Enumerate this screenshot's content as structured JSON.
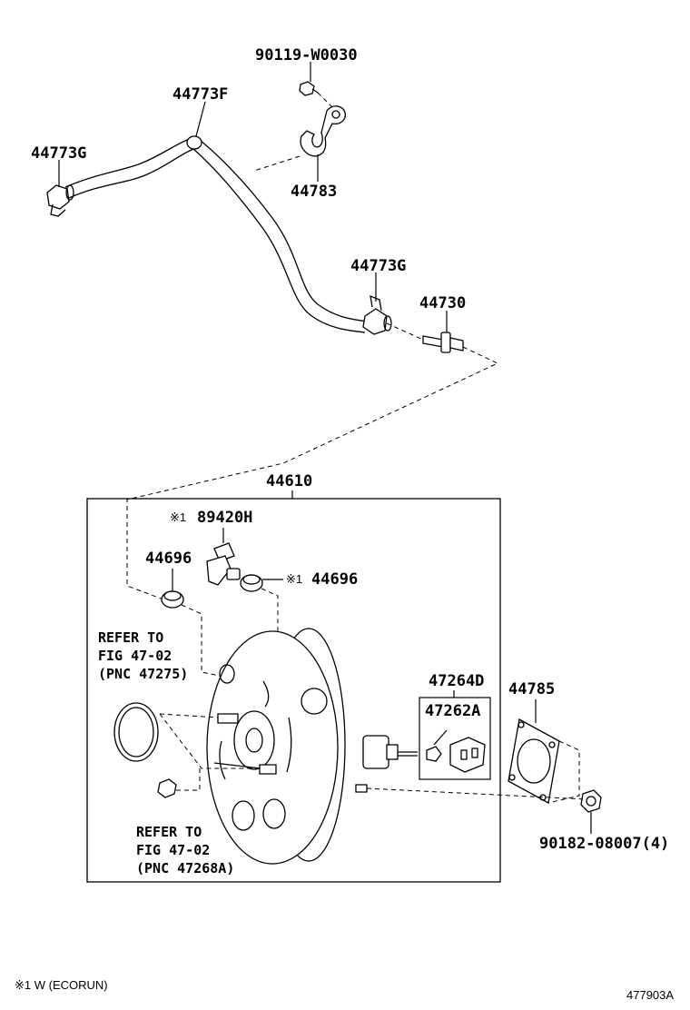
{
  "labels": {
    "bolt_top": "90119-W0030",
    "hose_upper": "44773F",
    "clamp_left": "44773G",
    "bracket": "44783",
    "clamp_right": "44773G",
    "check_valve": "44730",
    "booster_assy": "44610",
    "sensor": "89420H",
    "grommet_left": "44696",
    "grommet_right": "44696",
    "kit_outer": "47264D",
    "kit_inner": "47262A",
    "gasket": "44785",
    "nut": "90182-08007(4)"
  },
  "markers": {
    "sensor_mark": "※1",
    "grommet_right_mark": "※1"
  },
  "refer_upper": {
    "line1": "REFER TO",
    "line2": "FIG 47-02",
    "line3": "(PNC 47275)"
  },
  "refer_lower": {
    "line1": "REFER TO",
    "line2": "FIG 47-02",
    "line3": "(PNC 47268A)"
  },
  "footnote": "※1 W (ECORUN)",
  "diagram_id": "477903A"
}
